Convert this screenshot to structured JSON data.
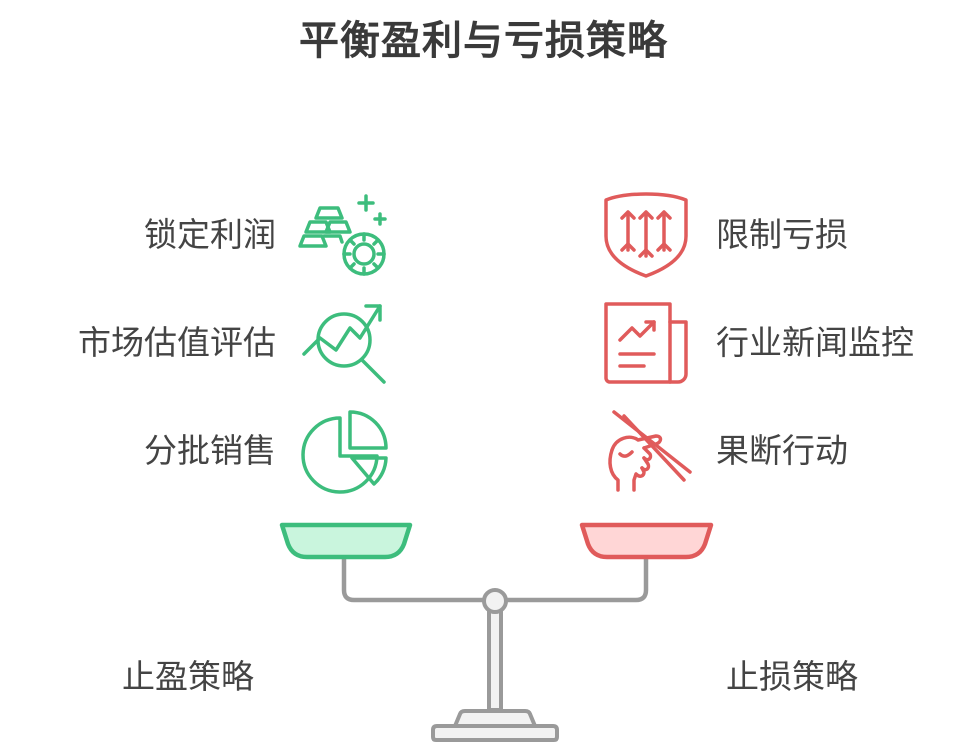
{
  "title": "平衡盈利与亏损策略",
  "left_side": {
    "caption": "止盈策略",
    "items": [
      {
        "label": "锁定利润",
        "icon": "gold-bars-coin-icon"
      },
      {
        "label": "市场估值评估",
        "icon": "chart-magnifier-icon"
      },
      {
        "label": "分批销售",
        "icon": "pie-chart-icon"
      }
    ]
  },
  "right_side": {
    "caption": "止损策略",
    "items": [
      {
        "label": "限制亏损",
        "icon": "shield-arrows-icon"
      },
      {
        "label": "行业新闻监控",
        "icon": "newspaper-chart-icon"
      },
      {
        "label": "果断行动",
        "icon": "hand-cutting-icon"
      }
    ]
  },
  "colors": {
    "title": "#3a3a3a",
    "text": "#444444",
    "profit_stroke": "#3dbd7d",
    "profit_fill": "#c9f5dd",
    "loss_stroke": "#e05b5b",
    "loss_fill": "#ffd6d6",
    "scale_stroke": "#9a9a9a",
    "scale_fill": "#f2f2f2"
  }
}
